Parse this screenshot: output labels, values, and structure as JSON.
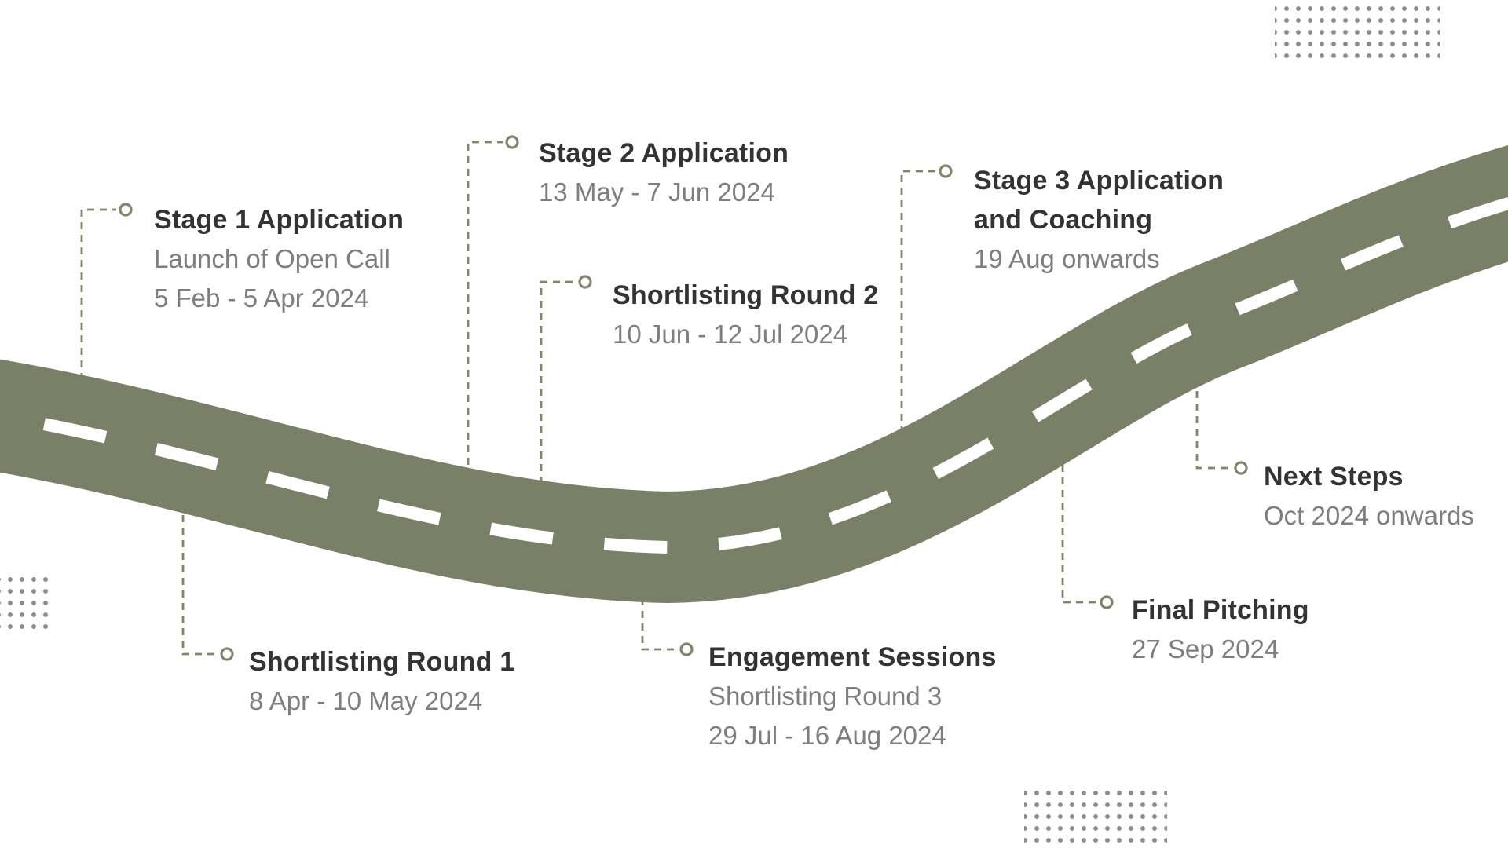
{
  "colors": {
    "background": "#ffffff",
    "road": "#7a7f68",
    "road-dash": "#ffffff",
    "connector": "#84836e",
    "dots": "#8d8d86",
    "title-text": "#333333",
    "subtitle-text": "#7e7e7e"
  },
  "milestones": [
    {
      "id": "stage-1-application",
      "title": "Stage 1 Application",
      "lines": [
        "Launch of Open Call",
        "5 Feb - 5 Apr 2024"
      ]
    },
    {
      "id": "shortlisting-round-1",
      "title": "Shortlisting Round 1",
      "lines": [
        "8 Apr - 10 May 2024"
      ]
    },
    {
      "id": "stage-2-application",
      "title": "Stage 2 Application",
      "lines": [
        "13 May - 7 Jun 2024"
      ]
    },
    {
      "id": "shortlisting-round-2",
      "title": "Shortlisting Round 2",
      "lines": [
        "10 Jun - 12 Jul 2024"
      ]
    },
    {
      "id": "engagement-sessions",
      "title": "Engagement Sessions",
      "lines": [
        "Shortlisting Round 3",
        "29 Jul - 16 Aug 2024"
      ]
    },
    {
      "id": "stage-3-application",
      "title": "Stage 3 Application and Coaching",
      "lines": [
        "19 Aug onwards"
      ]
    },
    {
      "id": "final-pitching",
      "title": "Final Pitching",
      "lines": [
        "27 Sep 2024"
      ]
    },
    {
      "id": "next-steps",
      "title": "Next Steps",
      "lines": [
        "Oct 2024 onwards"
      ]
    }
  ]
}
